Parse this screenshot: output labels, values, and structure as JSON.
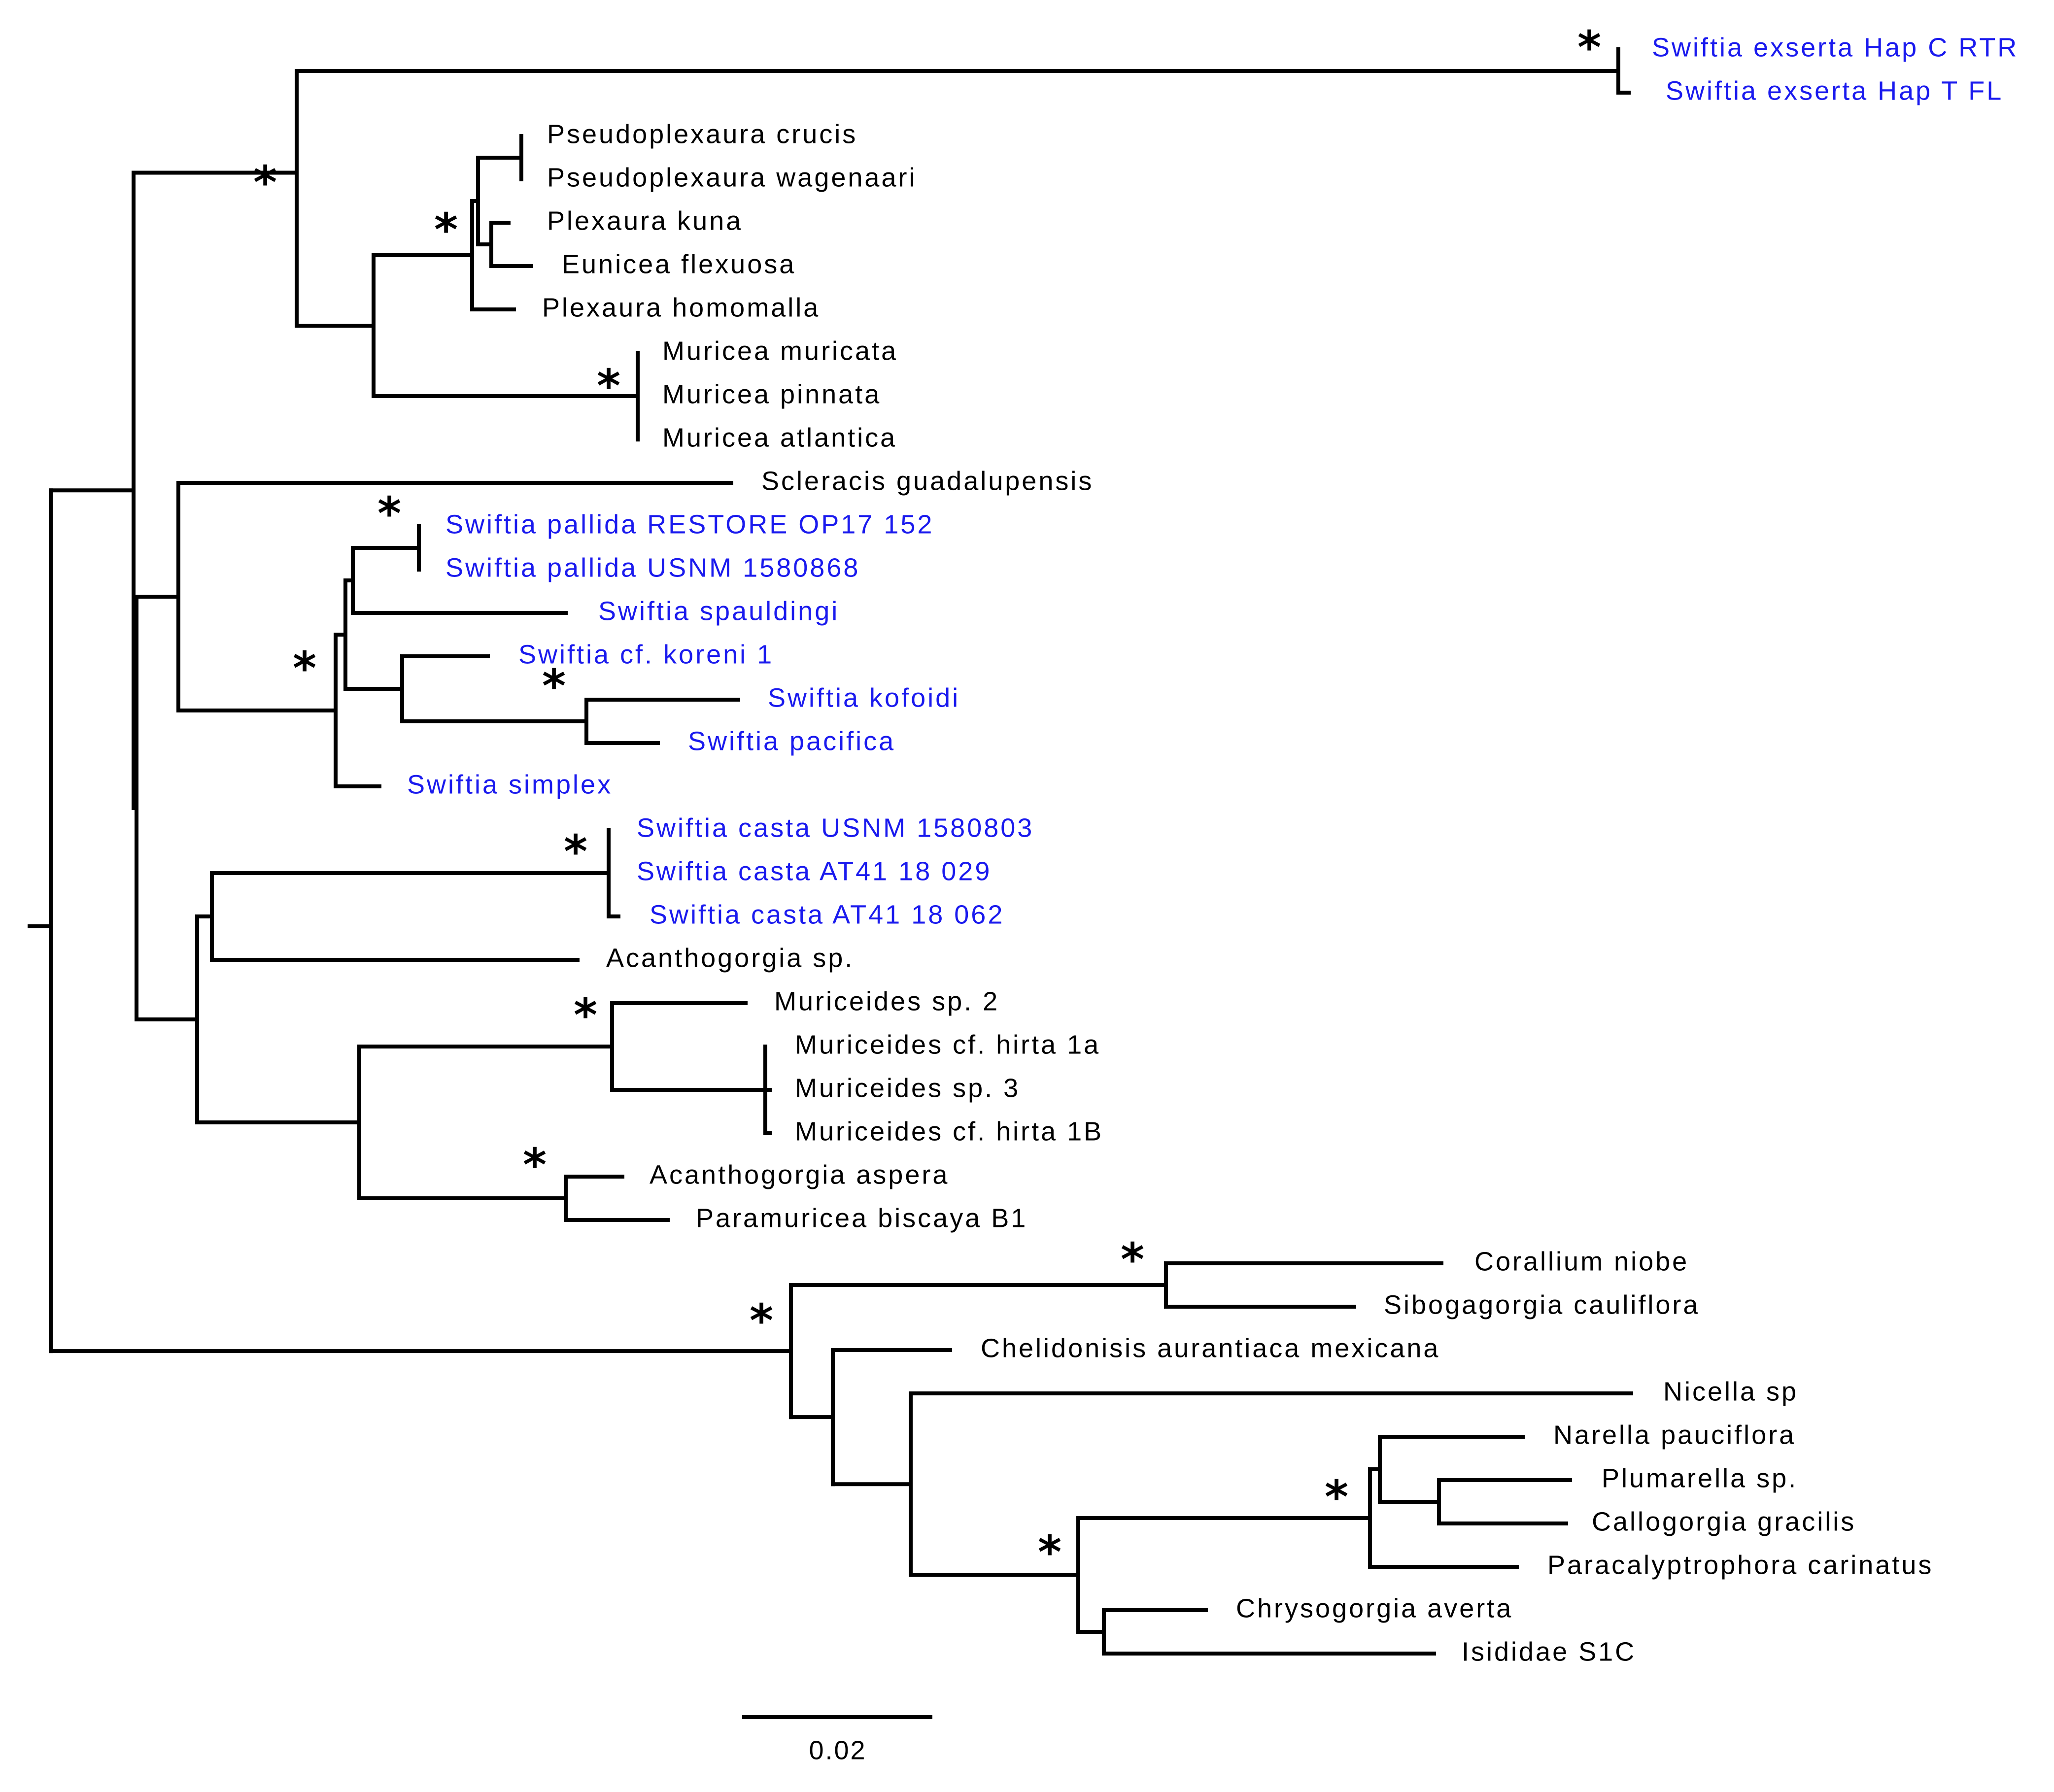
{
  "colors": {
    "branch": "#000000",
    "highlight": "#1a1aee",
    "default_label": "#000000"
  },
  "scale_bar": {
    "label": "0.02"
  },
  "support_mark": "*",
  "taxa": [
    {
      "id": "t1",
      "label": "Swiftia exserta Hap C RTR",
      "highlight": true
    },
    {
      "id": "t2",
      "label": "Swiftia exserta Hap T FL",
      "highlight": true
    },
    {
      "id": "t3",
      "label": "Pseudoplexaura crucis",
      "highlight": false
    },
    {
      "id": "t4",
      "label": "Pseudoplexaura wagenaari",
      "highlight": false
    },
    {
      "id": "t5",
      "label": "Plexaura kuna",
      "highlight": false
    },
    {
      "id": "t6",
      "label": "Eunicea flexuosa",
      "highlight": false
    },
    {
      "id": "t7",
      "label": "Plexaura homomalla",
      "highlight": false
    },
    {
      "id": "t8",
      "label": "Muricea muricata",
      "highlight": false
    },
    {
      "id": "t9",
      "label": "Muricea pinnata",
      "highlight": false
    },
    {
      "id": "t10",
      "label": "Muricea atlantica",
      "highlight": false
    },
    {
      "id": "t11",
      "label": "Scleracis guadalupensis",
      "highlight": false
    },
    {
      "id": "t12",
      "label": "Swiftia pallida RESTORE OP17 152",
      "highlight": true
    },
    {
      "id": "t13",
      "label": "Swiftia pallida USNM 1580868",
      "highlight": true
    },
    {
      "id": "t14",
      "label": "Swiftia spauldingi",
      "highlight": true
    },
    {
      "id": "t15",
      "label": "Swiftia cf. koreni 1",
      "highlight": true
    },
    {
      "id": "t16",
      "label": "Swiftia kofoidi",
      "highlight": true
    },
    {
      "id": "t17",
      "label": "Swiftia pacifica",
      "highlight": true
    },
    {
      "id": "t18",
      "label": "Swiftia simplex",
      "highlight": true
    },
    {
      "id": "t19",
      "label": "Swiftia casta USNM 1580803",
      "highlight": true
    },
    {
      "id": "t20",
      "label": "Swiftia casta AT41 18 029",
      "highlight": true
    },
    {
      "id": "t21",
      "label": "Swiftia casta AT41 18 062",
      "highlight": true
    },
    {
      "id": "t22",
      "label": "Acanthogorgia sp.",
      "highlight": false
    },
    {
      "id": "t23",
      "label": "Muriceides sp. 2",
      "highlight": false
    },
    {
      "id": "t24",
      "label": "Muriceides cf. hirta 1a",
      "highlight": false
    },
    {
      "id": "t25",
      "label": "Muriceides sp. 3",
      "highlight": false
    },
    {
      "id": "t26",
      "label": "Muriceides cf. hirta 1B",
      "highlight": false
    },
    {
      "id": "t27",
      "label": "Acanthogorgia aspera",
      "highlight": false
    },
    {
      "id": "t28",
      "label": "Paramuricea biscaya B1",
      "highlight": false
    },
    {
      "id": "t29",
      "label": "Corallium niobe",
      "highlight": false
    },
    {
      "id": "t30",
      "label": "Sibogagorgia cauliflora",
      "highlight": false
    },
    {
      "id": "t31",
      "label": "Chelidonisis aurantiaca mexicana",
      "highlight": false
    },
    {
      "id": "t32",
      "label": "Nicella sp",
      "highlight": false
    },
    {
      "id": "t33",
      "label": "Narella pauciflora",
      "highlight": false
    },
    {
      "id": "t34",
      "label": "Plumarella sp.",
      "highlight": false
    },
    {
      "id": "t35",
      "label": "Callogorgia gracilis",
      "highlight": false
    },
    {
      "id": "t36",
      "label": "Paracalyptrophora carinatus",
      "highlight": false
    },
    {
      "id": "t37",
      "label": "Chrysogorgia averta",
      "highlight": false
    },
    {
      "id": "t38",
      "label": "Isididae S1C",
      "highlight": false
    }
  ]
}
